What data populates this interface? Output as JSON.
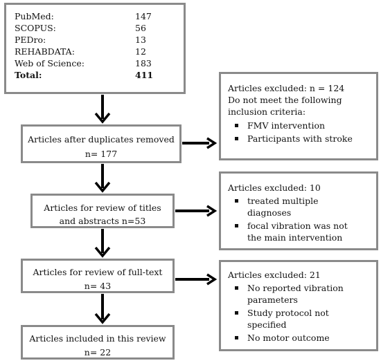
{
  "sources": {
    "items": [
      {
        "name": "PubMed:",
        "count": "147"
      },
      {
        "name": "SCOPUS:",
        "count": "56"
      },
      {
        "name": "PEDro:",
        "count": "13"
      },
      {
        "name": "REHABDATA:",
        "count": "12"
      },
      {
        "name": "Web of Science:",
        "count": "183"
      }
    ],
    "total_label": "Total:",
    "total_count": "411"
  },
  "steps": {
    "duplicates_removed": {
      "line1": "Articles after duplicates removed",
      "line2": "n= 177"
    },
    "title_abstract": {
      "line1": "Articles for review of titles",
      "line2": "and abstracts n=53"
    },
    "full_text": {
      "line1": "Articles for review of full-text",
      "line2": "n= 43"
    },
    "included": {
      "line1": "Articles included in this review",
      "line2": "n= 22"
    }
  },
  "exclusions": {
    "first": {
      "title": "Articles excluded: n = 124",
      "intro1": "Do not meet the following",
      "intro2": "inclusion criteria:",
      "criteria": [
        "FMV intervention",
        "Participants with stroke"
      ]
    },
    "second": {
      "title": "Articles excluded: 10",
      "criteria": [
        "treated multiple\ndiagnoses",
        "focal vibration was not\nthe main intervention"
      ]
    },
    "third": {
      "title": "Articles excluded: 21",
      "criteria": [
        "No reported vibration\nparameters",
        "Study protocol not\nspecified",
        "No motor outcome"
      ]
    }
  },
  "colors": {
    "border": "#8a8a8a",
    "arrow": "#000000"
  }
}
